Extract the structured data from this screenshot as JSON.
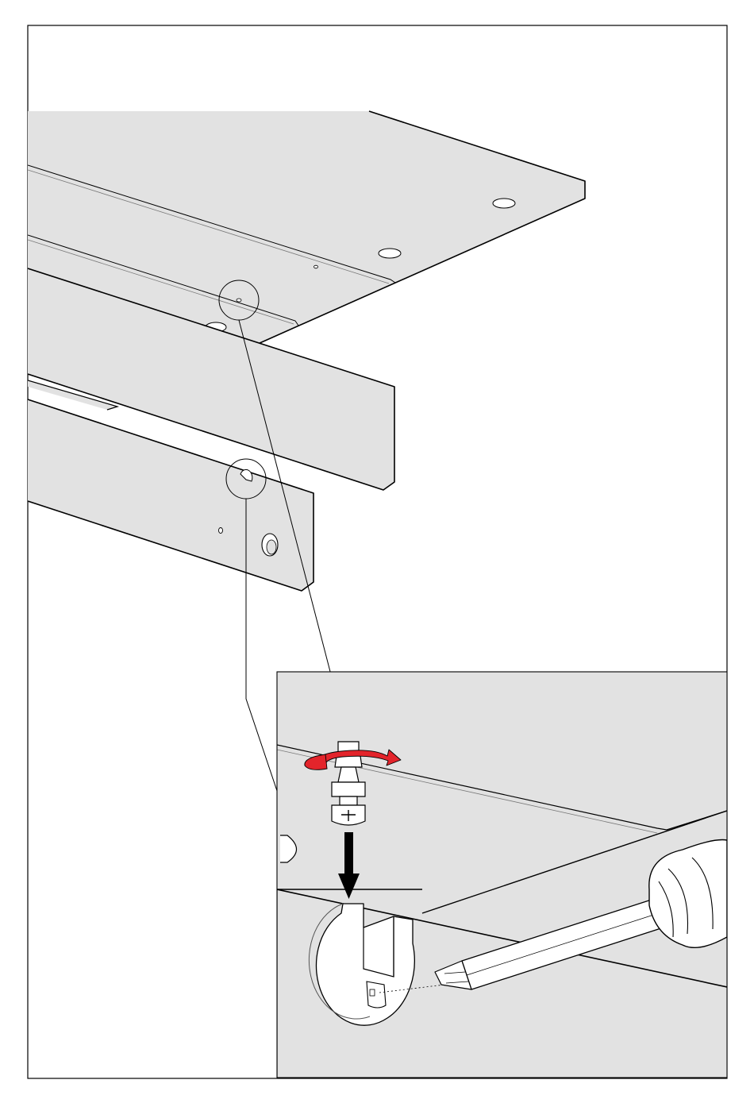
{
  "diagram": {
    "kind": "assembly-instruction",
    "steps_shown": [
      "locate-cam-holes-on-panels",
      "rotate-cam-lock-fitting",
      "insert-cam-into-panel-hole",
      "tighten-with-screwdriver"
    ],
    "colors": {
      "panel_fill": "#e2e2e2",
      "outline": "#000000",
      "background": "#ffffff",
      "rotation_arrow": "#e3242b",
      "fitting_fill": "#ffffff"
    },
    "icons": [
      "tabletop-panel",
      "side-rail-panel",
      "callout-circle",
      "cam-lock-fitting",
      "rotation-arrow",
      "insert-arrow",
      "screwdriver",
      "cam-housing"
    ]
  }
}
